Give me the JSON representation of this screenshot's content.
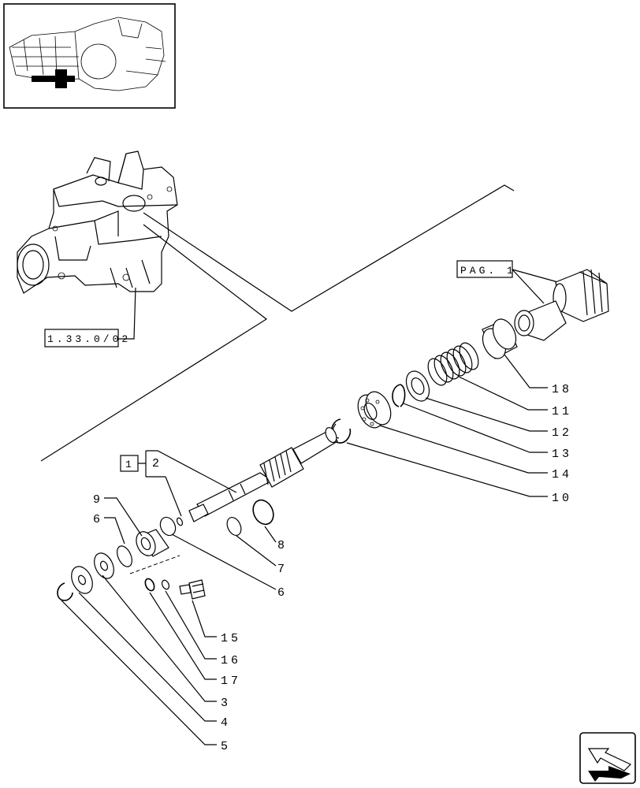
{
  "references": {
    "group": "1.33.0/02",
    "page": "PAG. 1",
    "assembly": "1"
  },
  "callouts": {
    "c2": "2",
    "c3": "3",
    "c4": "4",
    "c5": "5",
    "c6a": "6",
    "c6b": "6",
    "c7": "7",
    "c8": "8",
    "c9": "9",
    "c10": "10",
    "c11": "11",
    "c12": "12",
    "c13": "13",
    "c14": "14",
    "c15": "15",
    "c16": "16",
    "c17": "17",
    "c18": "18"
  },
  "icons": {
    "thumbnail": "tractor-housing-thumbnail",
    "navigation": "next-page-arrow-icon"
  },
  "colors": {
    "ink": "#000000",
    "paper": "#ffffff"
  }
}
